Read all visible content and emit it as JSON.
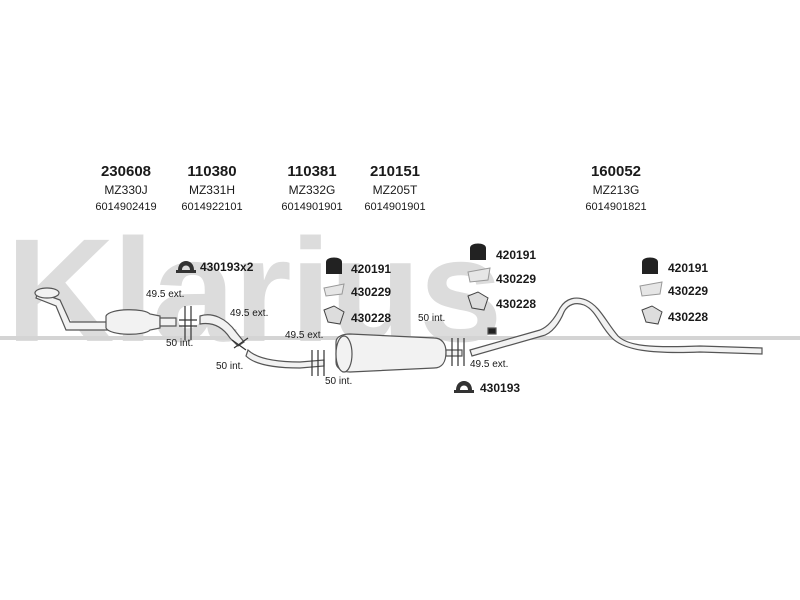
{
  "watermark": "Klarius",
  "parts": [
    {
      "code": "230608",
      "ref": "MZ330J",
      "oe": "6014902419"
    },
    {
      "code": "110380",
      "ref": "MZ331H",
      "oe": "6014922101"
    },
    {
      "code": "110381",
      "ref": "MZ332G",
      "oe": "6014901901"
    },
    {
      "code": "210151",
      "ref": "MZ205T",
      "oe": "6014901901"
    },
    {
      "code": "160052",
      "ref": "MZ213G",
      "oe": "6014901821"
    }
  ],
  "hardware": {
    "clamp_x2": "430193x2",
    "group2": [
      "420191",
      "430229",
      "430228"
    ],
    "group3": [
      "420191",
      "430229",
      "430228"
    ],
    "group4": [
      "420191",
      "430229",
      "430228"
    ],
    "clamp_single": "430193"
  },
  "dimensions": {
    "ext_1": "49.5 ext.",
    "int_1": "50 int.",
    "ext_2": "49.5 ext.",
    "int_2": "50 int.",
    "ext_3": "49.5 ext.",
    "int_3": "50 int.",
    "int_4": "50 int.",
    "ext_4": "49.5 ext."
  },
  "colors": {
    "watermark": "#dcdcdc",
    "pipe_fill": "#f2f2f2",
    "pipe_stroke": "#555555",
    "rubber": "#222222"
  }
}
